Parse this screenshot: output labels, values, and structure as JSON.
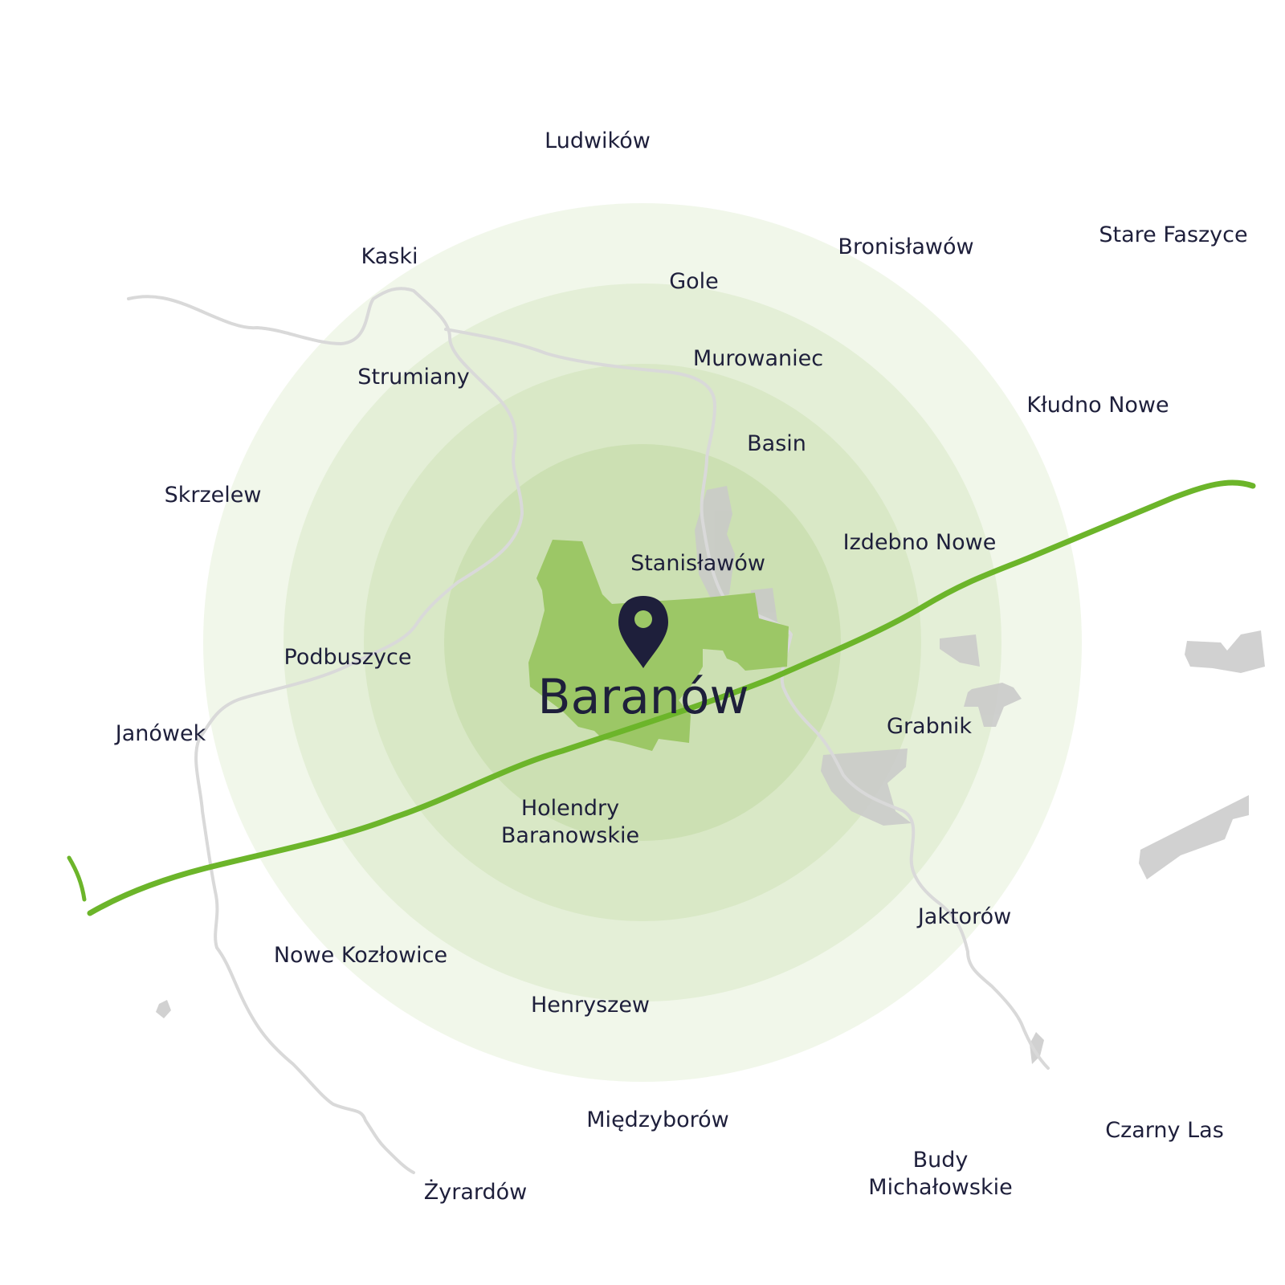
{
  "colors": {
    "ring_fill": "#7cb342",
    "city_area": "#9cc766",
    "railway": "#6cb52a",
    "roads": "#d9d9d9",
    "water": "#c9c9c9",
    "text": "#1e1f3b",
    "pin": "#1e1f3b",
    "pin_dot": "#9cc766"
  },
  "map": {
    "center_city": "Baranów",
    "pin_icon": "location-pin-icon",
    "radius_rings": 4,
    "places": [
      {
        "id": "ludwikow",
        "name": "Ludwików"
      },
      {
        "id": "kaski",
        "name": "Kaski"
      },
      {
        "id": "bronislawow",
        "name": "Bronisławów"
      },
      {
        "id": "stare-faszyce",
        "name": "Stare Faszyce"
      },
      {
        "id": "gole",
        "name": "Gole"
      },
      {
        "id": "murowaniec",
        "name": "Murowaniec"
      },
      {
        "id": "strumiany",
        "name": "Strumiany"
      },
      {
        "id": "kludno-nowe",
        "name": "Kłudno Nowe"
      },
      {
        "id": "basin",
        "name": "Basin"
      },
      {
        "id": "skrzelew",
        "name": "Skrzelew"
      },
      {
        "id": "izdebno-nowe",
        "name": "Izdebno Nowe"
      },
      {
        "id": "stanislawow",
        "name": "Stanisławów"
      },
      {
        "id": "podbuszyce",
        "name": "Podbuszyce"
      },
      {
        "id": "janowek",
        "name": "Janówek"
      },
      {
        "id": "grabnik",
        "name": "Grabnik"
      },
      {
        "id": "holendry-1",
        "name": "Holendry"
      },
      {
        "id": "holendry-2",
        "name": "Baranowskie"
      },
      {
        "id": "jaktorow",
        "name": "Jaktorów"
      },
      {
        "id": "nowe-kozlowice",
        "name": "Nowe Kozłowice"
      },
      {
        "id": "henryszew",
        "name": "Henryszew"
      },
      {
        "id": "miedzyborow",
        "name": "Międzyborów"
      },
      {
        "id": "czarny-las",
        "name": "Czarny Las"
      },
      {
        "id": "budy-1",
        "name": "Budy"
      },
      {
        "id": "budy-2",
        "name": "Michałowskie"
      },
      {
        "id": "zyrardow",
        "name": "Żyrardów"
      }
    ]
  }
}
